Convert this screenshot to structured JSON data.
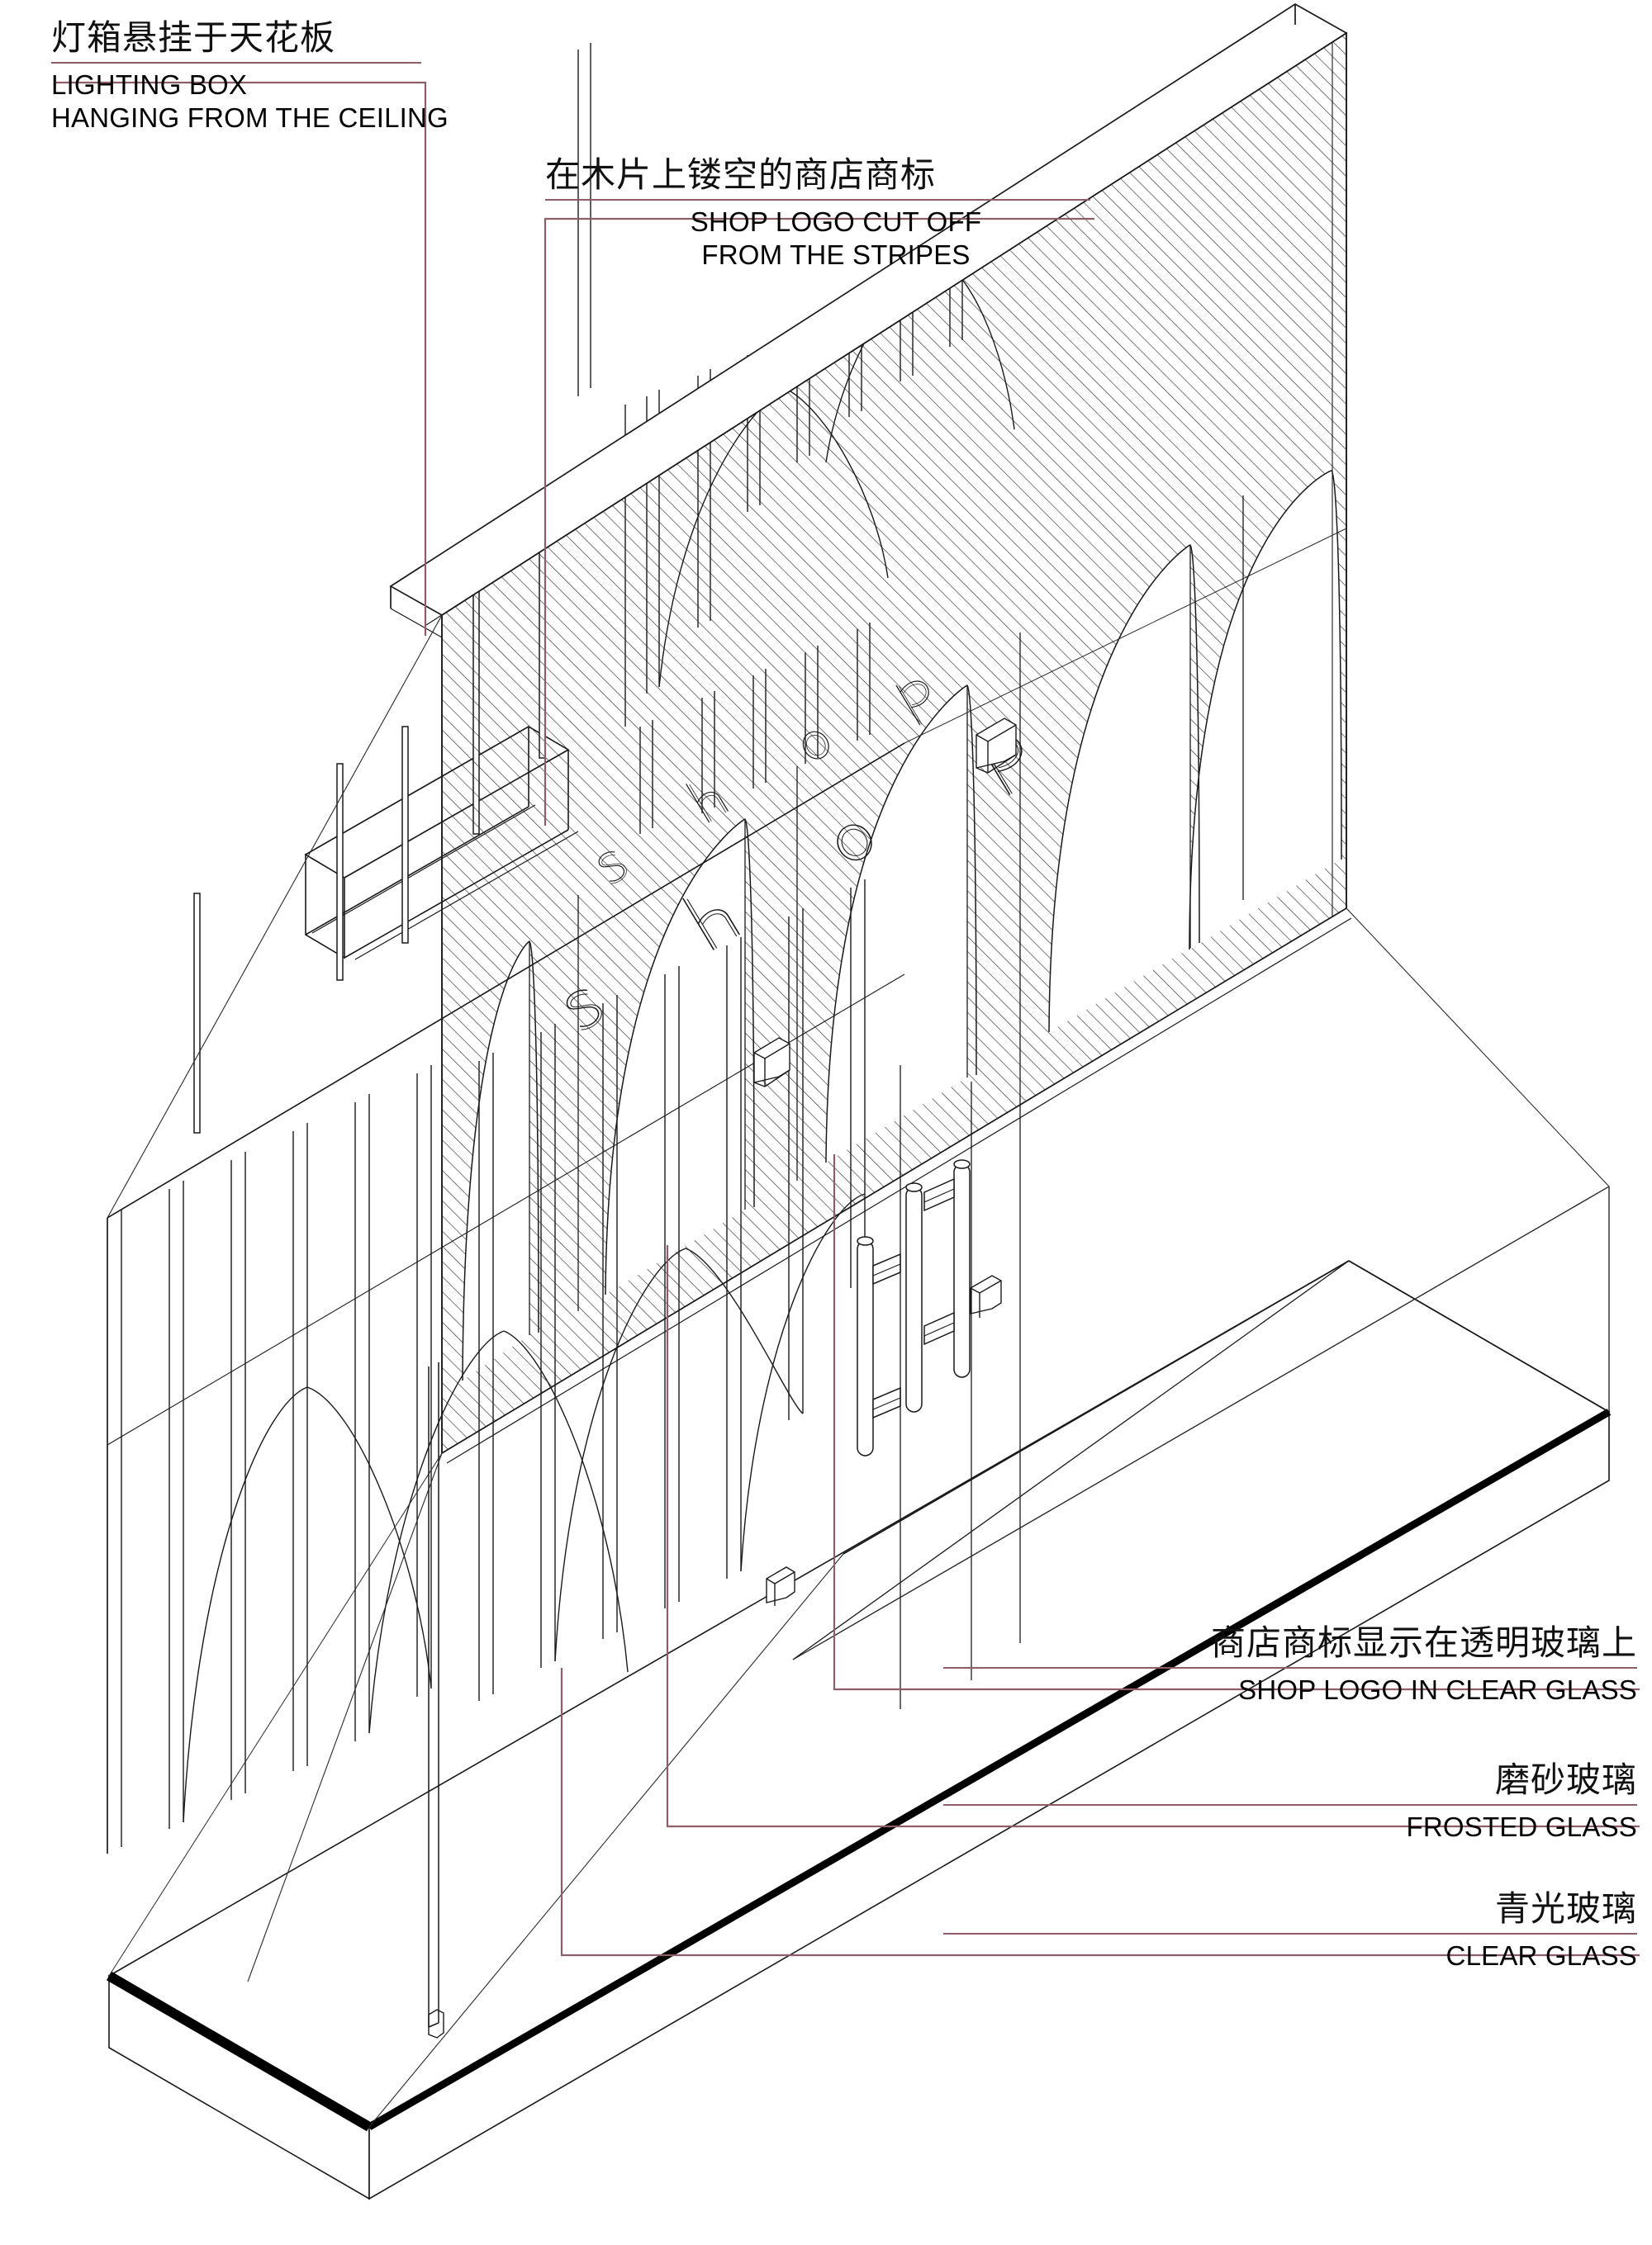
{
  "drawing": {
    "type": "architectural-isometric-detail",
    "subject": "Shopfront facade – glass wall with timber stripe screen",
    "projection": "isometric / axonometric",
    "line_color": "#1a1a1a",
    "leader_color": "#8d5d68",
    "background": "#ffffff",
    "hatch_description": "fine 45-degree parallel line hatch indicating frosted glass",
    "logo_letters": [
      "s",
      "h",
      "o",
      "p"
    ]
  },
  "annotations": [
    {
      "id": "lighting-box",
      "cn": "灯箱悬挂于天花板",
      "en": "LIGHTING BOX\nHANGING FROM THE CEILING",
      "align": "left"
    },
    {
      "id": "shop-logo-stripes",
      "cn": "在木片上镂空的商店商标",
      "en": "SHOP LOGO CUT OFF\nFROM THE STRIPES",
      "align": "center"
    },
    {
      "id": "shop-logo-clear-glass",
      "cn": "商店商标显示在透明玻璃上",
      "en": "SHOP LOGO IN CLEAR GLASS",
      "align": "right"
    },
    {
      "id": "frosted-glass",
      "cn": "磨砂玻璃",
      "en": "FROSTED GLASS",
      "align": "right"
    },
    {
      "id": "clear-glass",
      "cn": "青光玻璃",
      "en": "CLEAR GLASS",
      "align": "right"
    }
  ],
  "elements": {
    "floor_slab": "ground plinth slab with dark edge band",
    "glass_wall": "full-height frosted glass facade with pointed-arch clear glass cut-outs",
    "timber_screen": "vertical timber stripes with arch cut-outs behind the glass",
    "light_box": "suspended linear light box channel with thin drop rods",
    "door_handles": "pair of vertical tubular pull handles on glass doors",
    "patch_fittings": "glass door patch fittings / pivot brackets"
  }
}
